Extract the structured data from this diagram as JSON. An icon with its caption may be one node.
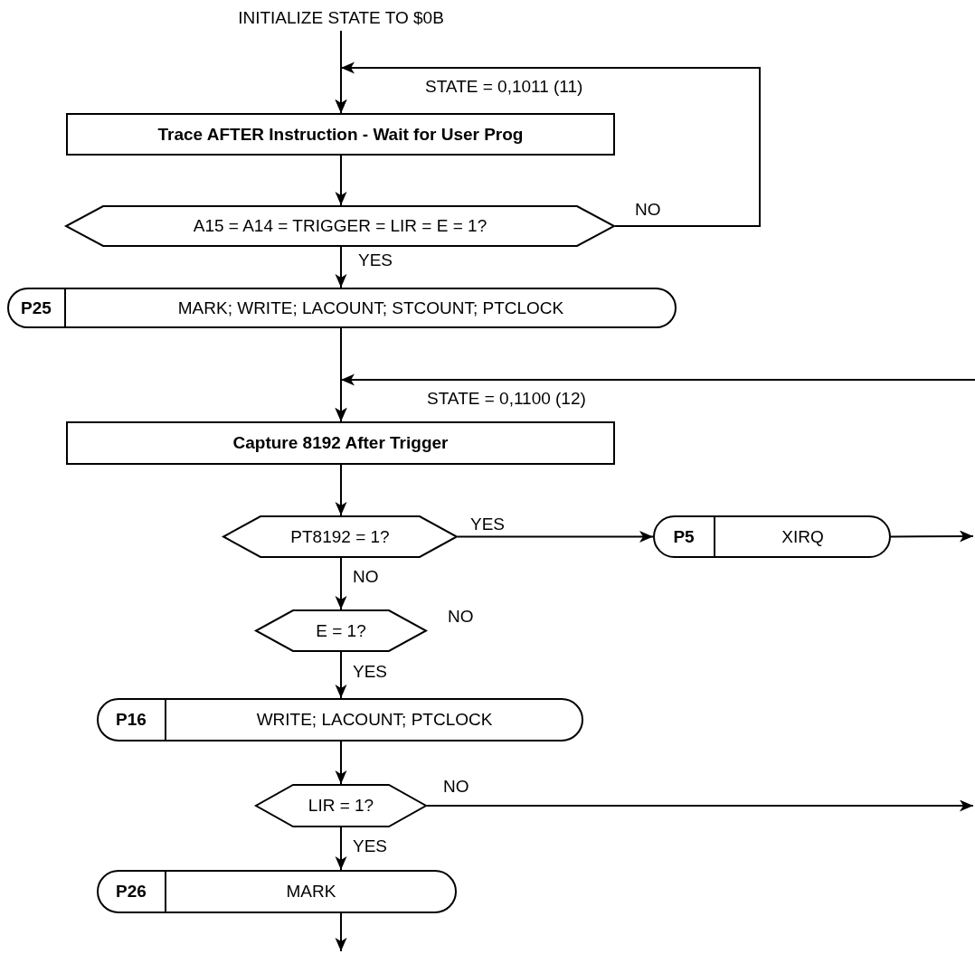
{
  "diagram": {
    "nodes": [
      {
        "text": [
          "INITIALIZE STATE TO $0B"
        ]
      },
      {
        "text": [
          "Trace AFTER Instruction - Wait for User Prog"
        ]
      },
      {
        "text": [
          "A15 = A14 = TRIGGER = LIR = E = 1?"
        ]
      },
      {
        "text": [
          "P25",
          "MARK; WRITE; LACOUNT; STCOUNT; PTCLOCK"
        ]
      },
      {
        "text": [
          "Capture 8192 After Trigger"
        ]
      },
      {
        "text": [
          "PT8192 = 1?"
        ]
      },
      {
        "text": [
          "P5",
          "XIRQ"
        ]
      },
      {
        "text": [
          "E = 1?"
        ]
      },
      {
        "text": [
          "P16",
          "WRITE; LACOUNT; PTCLOCK"
        ]
      },
      {
        "text": [
          "LIR = 1?"
        ]
      },
      {
        "text": [
          "P26",
          "MARK"
        ]
      }
    ],
    "edges": [
      {
        "from": 0,
        "to": 1,
        "arrow": "to"
      },
      {
        "from": 2,
        "to": 1,
        "arrow": "to",
        "label": "NO"
      },
      {
        "from": 1,
        "to": 2,
        "arrow": "to"
      },
      {
        "from": 2,
        "to": 3,
        "arrow": "to",
        "label": "YES"
      },
      {
        "from": 3,
        "to": 4,
        "arrow": "to"
      },
      {
        "from": null,
        "to": 4,
        "arrow": "to"
      },
      {
        "from": 4,
        "to": 5,
        "arrow": "to"
      },
      {
        "from": 5,
        "to": 6,
        "arrow": "to",
        "label": "YES"
      },
      {
        "from": 6,
        "to": null,
        "arrow": "to"
      },
      {
        "from": 5,
        "to": 7,
        "arrow": "to",
        "label": "NO"
      },
      {
        "from": 7,
        "to": 8,
        "arrow": "to",
        "label": "YES"
      },
      {
        "from": 8,
        "to": 9,
        "arrow": "to"
      },
      {
        "from": 9,
        "to": null,
        "arrow": "to",
        "label": "NO"
      },
      {
        "from": 9,
        "to": 10,
        "arrow": "to",
        "label": "YES"
      },
      {
        "from": 10,
        "to": null,
        "arrow": "to"
      }
    ],
    "labels": [
      "STATE = 0,1011 (11)",
      "STATE = 0,1100 (12)",
      "NO"
    ]
  }
}
